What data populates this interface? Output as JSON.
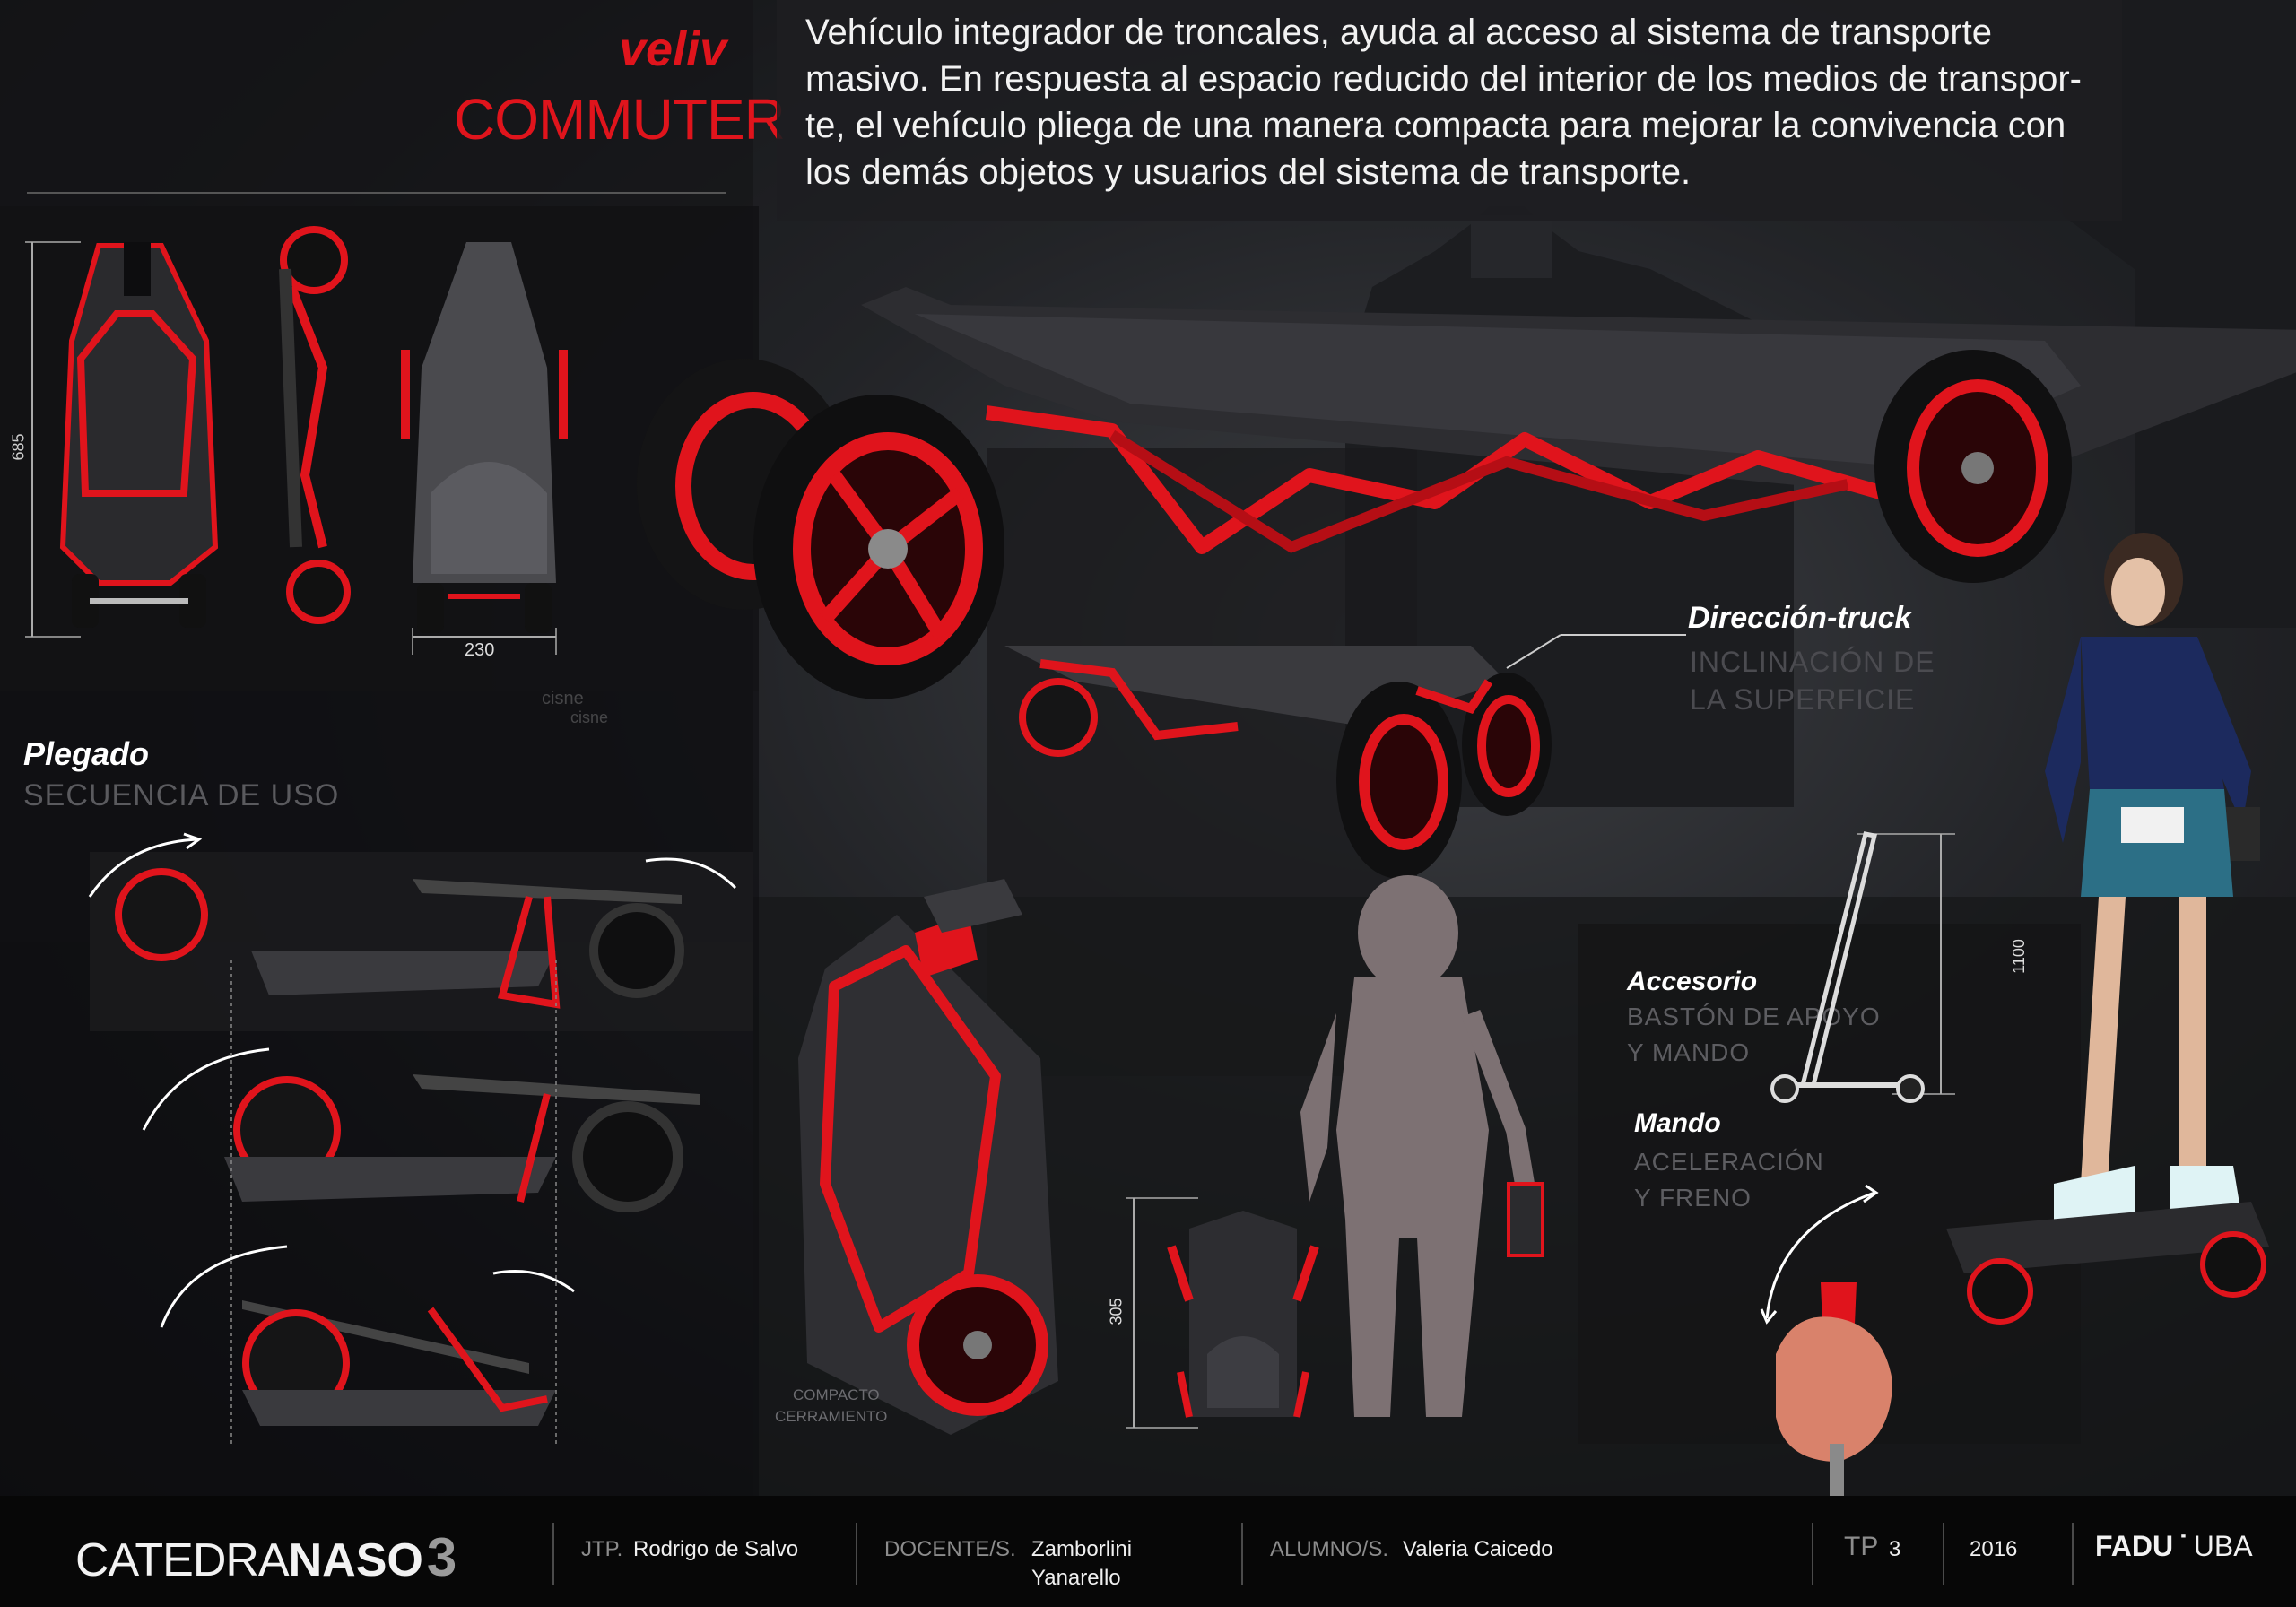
{
  "brand": {
    "name": "veliv",
    "product": "COMMUTER"
  },
  "intro": {
    "lines": [
      "Vehículo integrador de troncales, ayuda al acceso al sistema de transporte",
      "masivo. En respuesta al espacio reducido del interior de los medios de transpor-",
      "te, el vehículo pliega de una manera compacta para mejorar la convivencia con",
      "los demás objetos y usuarios del sistema de transporte."
    ]
  },
  "dimensions": {
    "height": "685",
    "width": "230",
    "folded": "305",
    "accessory_height": "1100"
  },
  "sections": {
    "folding": {
      "title": "Plegado",
      "subtitle": "SECUENCIA DE USO"
    },
    "steering": {
      "title": "Dirección-truck",
      "line1": "INCLINACIÓN DE",
      "line2": "LA SUPERFICIE"
    },
    "accessory": {
      "title": "Accesorio",
      "line1": "BASTÓN DE APOYO",
      "line2": "Y MANDO"
    },
    "control": {
      "title": "Mando",
      "line1": "ACELERACIÓN",
      "line2": "Y FRENO"
    },
    "compact": {
      "line1": "COMPACTO",
      "line2": "CERRAMIENTO"
    }
  },
  "storefront_signs": [
    "cisne",
    "cisne"
  ],
  "footer": {
    "logo_light": "CATEDRA",
    "logo_bold": "NASO",
    "logo_number": "3",
    "jtp_label": "JTP.",
    "jtp_value": "Rodrigo de Salvo",
    "docente_label": "DOCENTE/S.",
    "docente_value1": "Zamborlini",
    "docente_value2": "Yanarello",
    "alumno_label": "ALUMNO/S.",
    "alumno_value": "Valeria Caicedo",
    "tp_label": "TP",
    "tp_value": "3",
    "year": "2016",
    "faculty": "FADU",
    "faculty_sep": "˙",
    "university": "UBA"
  },
  "colors": {
    "accent": "#e0141c",
    "deck": "#2b2b2e",
    "background": "#0d0d0f"
  }
}
